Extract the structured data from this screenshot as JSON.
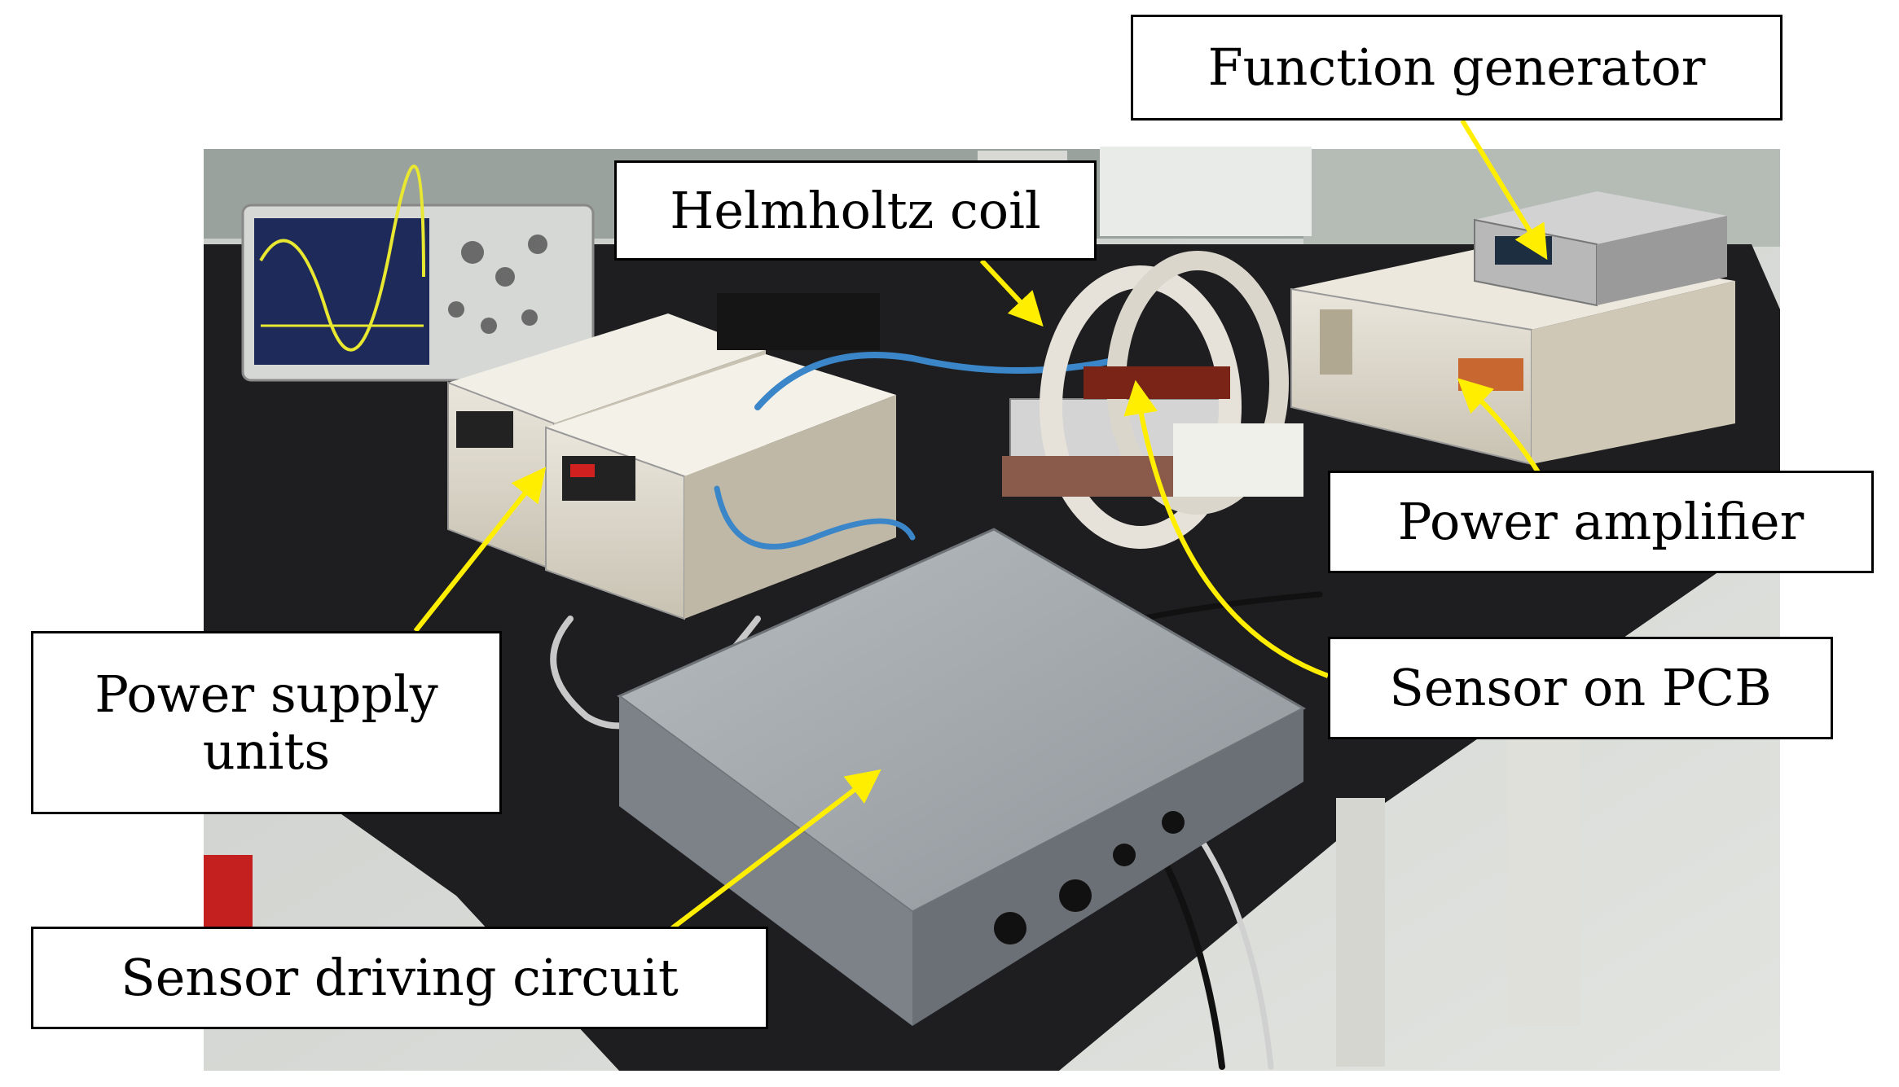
{
  "labels": {
    "function_generator": "Function generator",
    "helmholtz_coil": "Helmholtz coil",
    "power_amplifier": "Power amplifier",
    "sensor_on_pcb": "Sensor on PCB",
    "power_supply_units": "Power supply\nunits",
    "sensor_driving_circuit": "Sensor driving circuit"
  },
  "colors": {
    "arrow": "#ffee00",
    "bench_top": "#1e1e20",
    "instrument_beige": "#dcd6c6",
    "enclosure_gray": "#9aa0a4",
    "floor": "#cfd2cf"
  }
}
